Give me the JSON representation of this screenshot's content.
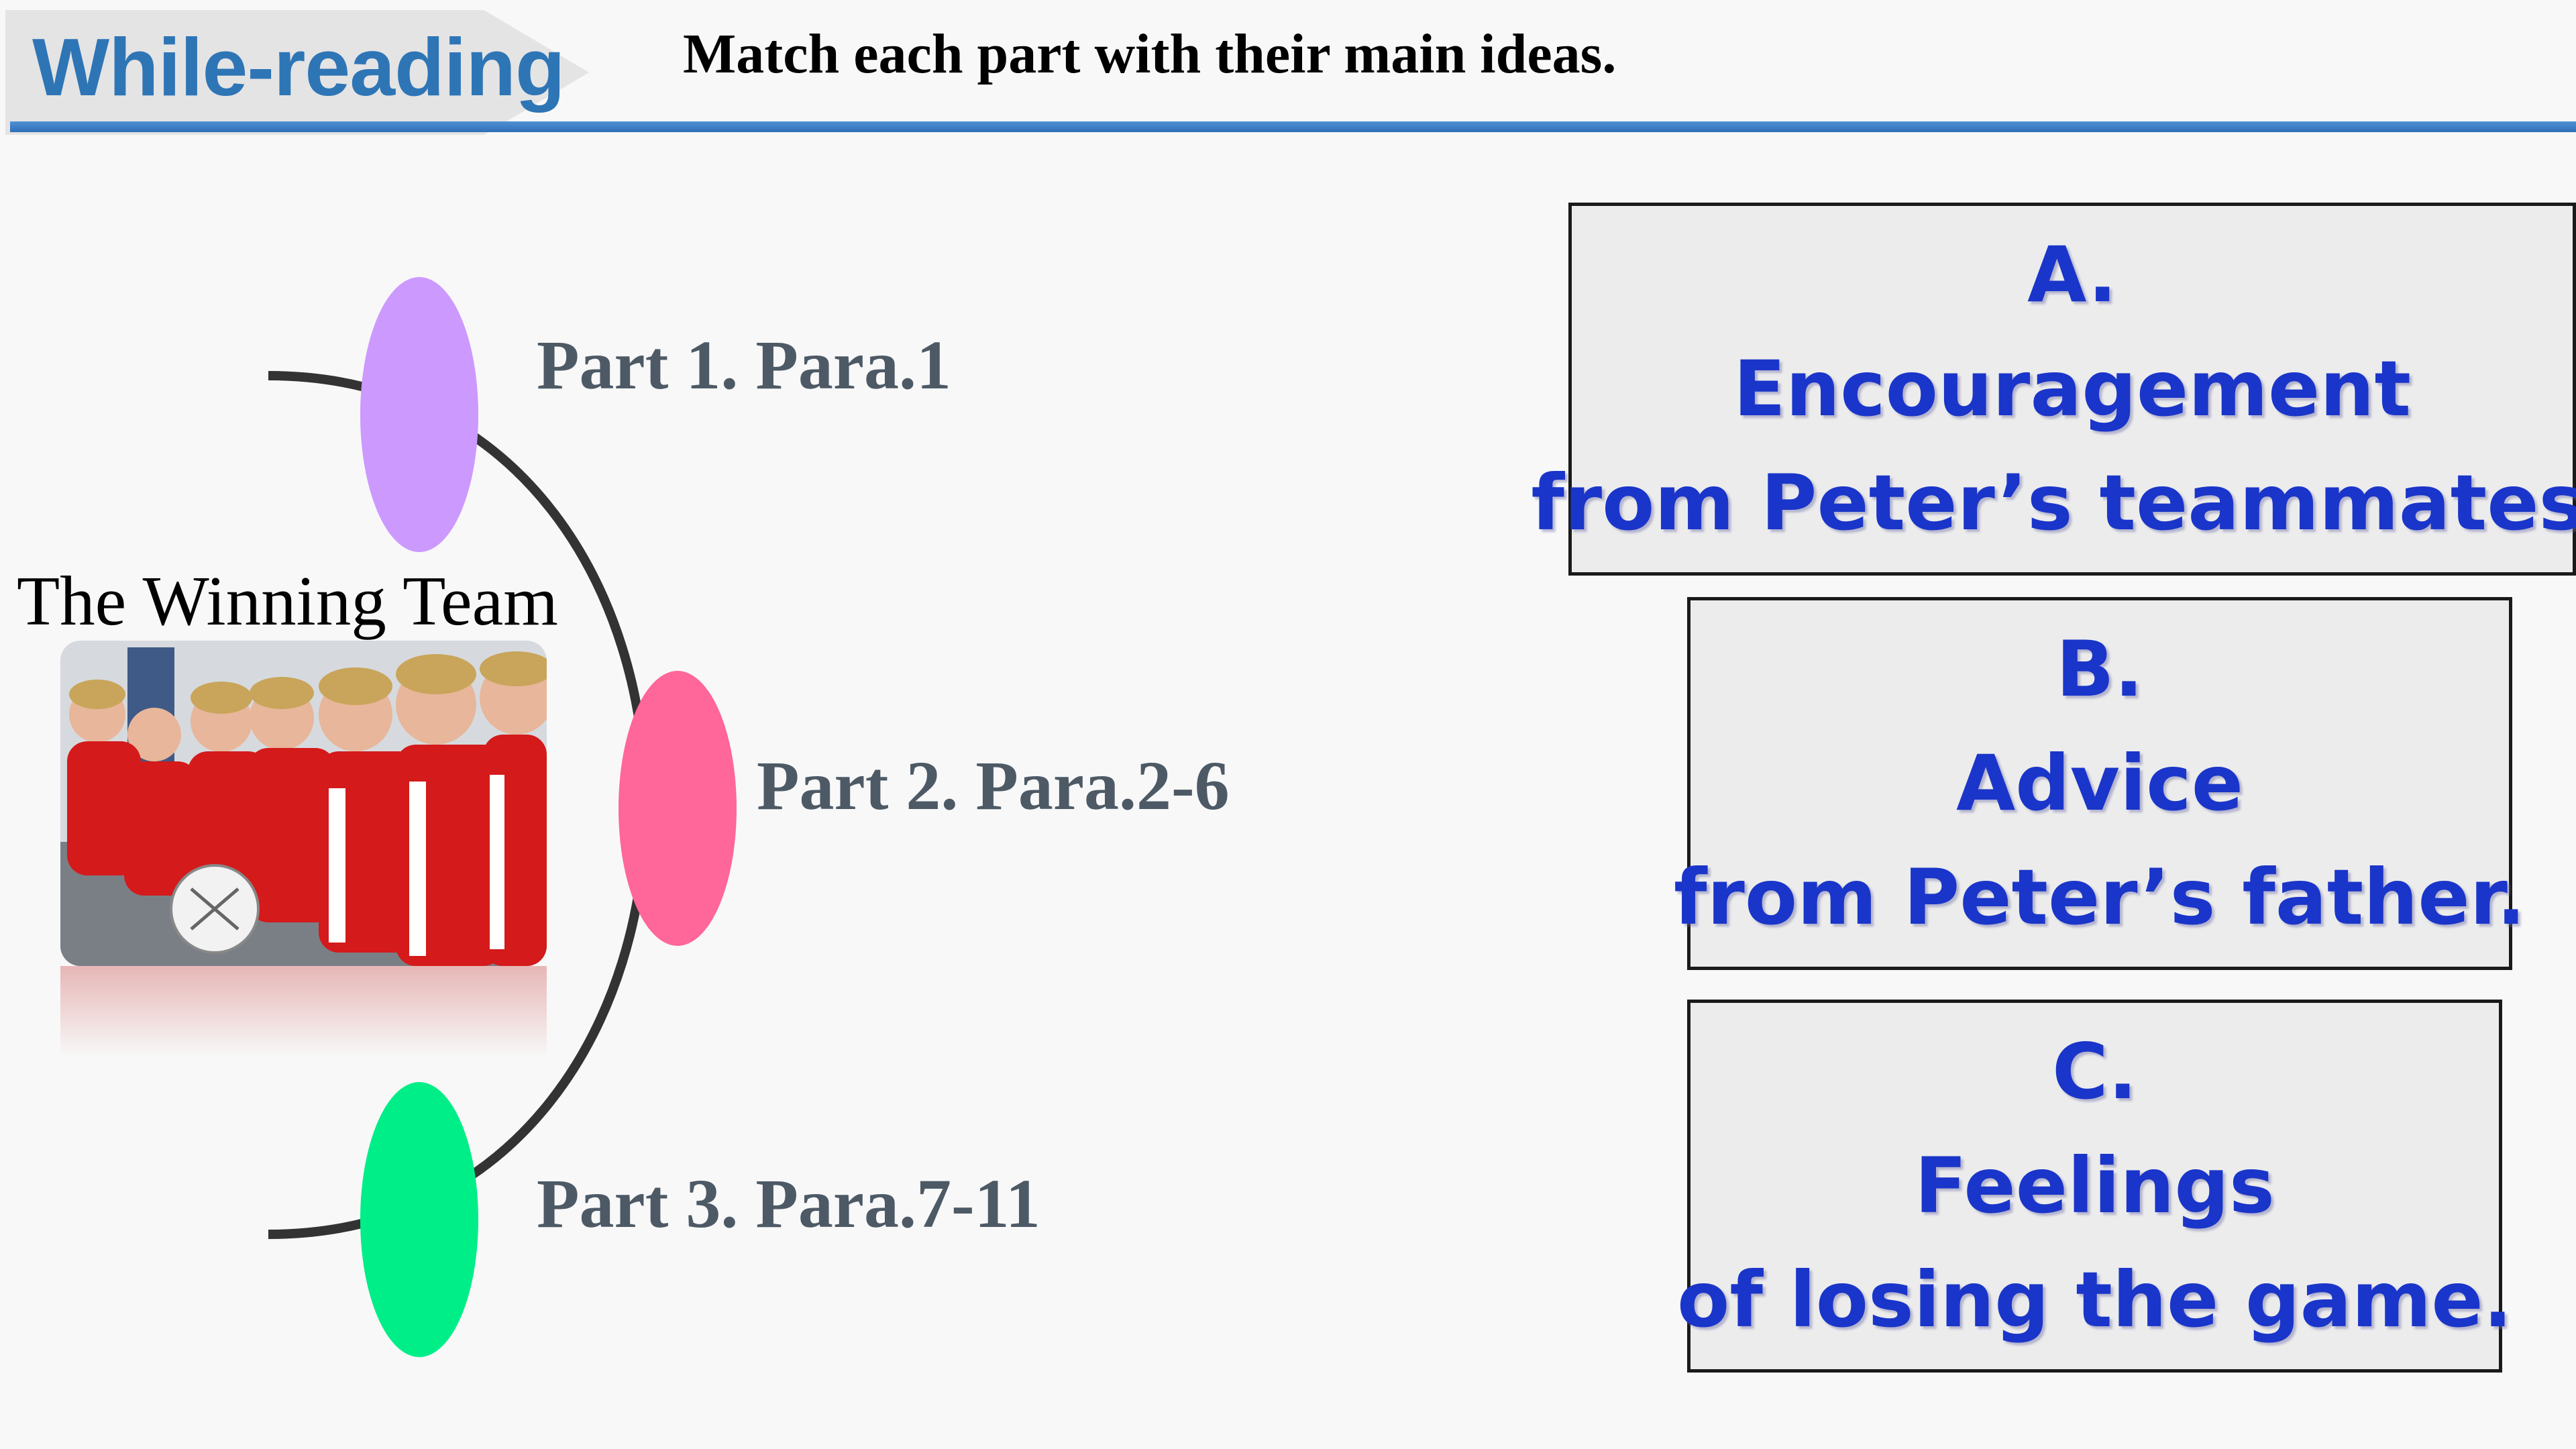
{
  "header": {
    "section_title": "While-reading",
    "instruction": "Match each part with their main ideas."
  },
  "diagram": {
    "story_title": "The Winning Team",
    "parts": [
      {
        "label": "Part 1. Para.1",
        "color": "#cc99ff"
      },
      {
        "label": "Part 2. Para.2-6",
        "color": "#ff6699"
      },
      {
        "label": "Part 3. Para.7-11",
        "color": "#00ee88"
      }
    ]
  },
  "answers": [
    {
      "letter": "A.",
      "line1": "Encouragement",
      "line2": "from Peter’s teammates."
    },
    {
      "letter": "B.",
      "line1": "Advice",
      "line2": "from Peter’s father."
    },
    {
      "letter": "C.",
      "line1": "Feelings",
      "line2": "of losing the game."
    }
  ],
  "colors": {
    "accent": "#2e75b6",
    "answer_text": "#1a35c9",
    "part_label": "#4d5a66"
  }
}
